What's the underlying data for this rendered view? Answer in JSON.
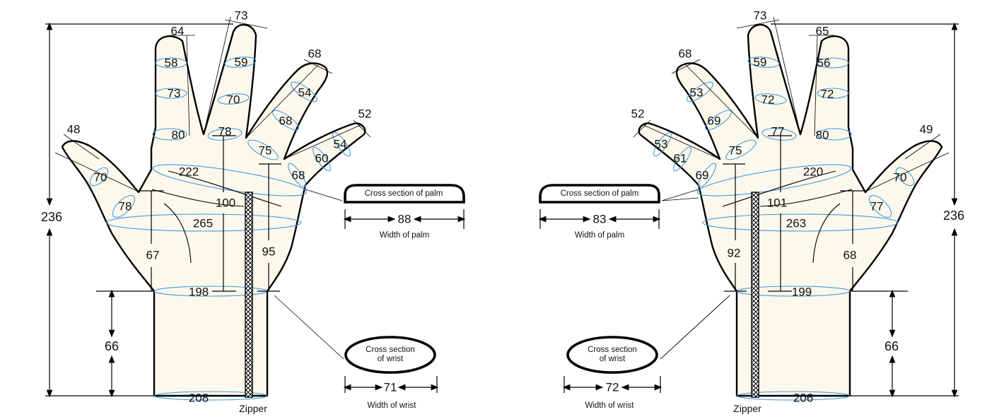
{
  "left_hand": {
    "overall_length": "236",
    "cuff_length": "66",
    "cuff_width": "208",
    "wrist_circumference": "198",
    "palm_circumference_knuckle": "222",
    "palm_circumference_thumb": "265",
    "middle_base_to_wrist": "100",
    "index_base_to_wrist": "95",
    "thumb_crotch_to_wrist": "67",
    "zipper_label": "Zipper",
    "thumb": {
      "tip": "48",
      "mid": "70",
      "base": "78"
    },
    "index": {
      "tip": "64",
      "upper": "58",
      "mid": "73",
      "base": "80"
    },
    "middle": {
      "tip": "73",
      "upper": "59",
      "mid": "70",
      "base": "78"
    },
    "ring": {
      "tip": "68",
      "upper": "54",
      "mid": "68",
      "base": "75"
    },
    "little": {
      "tip": "52",
      "upper": "54",
      "mid": "60",
      "base": "68"
    },
    "palm_section": {
      "label": "Cross section of palm",
      "width": "88",
      "caption": "Width of palm"
    },
    "wrist_section": {
      "label_line1": "Cross section",
      "label_line2": "of wrist",
      "width": "71",
      "caption": "Width of wrist"
    }
  },
  "right_hand": {
    "overall_length": "236",
    "cuff_length": "66",
    "cuff_width": "206",
    "wrist_circumference": "199",
    "palm_circumference_knuckle": "220",
    "palm_circumference_thumb": "263",
    "middle_base_to_wrist": "101",
    "index_base_to_wrist": "92",
    "thumb_crotch_to_wrist": "68",
    "zipper_label": "Zipper",
    "thumb": {
      "tip": "49",
      "mid": "70",
      "base": "77"
    },
    "index": {
      "tip": "65",
      "upper": "56",
      "mid": "72",
      "base": "80"
    },
    "middle": {
      "tip": "73",
      "upper": "59",
      "mid": "72",
      "base": "77"
    },
    "ring": {
      "tip": "68",
      "upper": "53",
      "mid": "69",
      "base": "75"
    },
    "little": {
      "tip": "52",
      "upper": "53",
      "mid": "61",
      "base": "69"
    },
    "palm_section": {
      "label": "Cross section of palm",
      "width": "83",
      "caption": "Width of palm"
    },
    "wrist_section": {
      "label_line1": "Cross section",
      "label_line2": "of wrist",
      "width": "72",
      "caption": "Width of wrist"
    }
  }
}
